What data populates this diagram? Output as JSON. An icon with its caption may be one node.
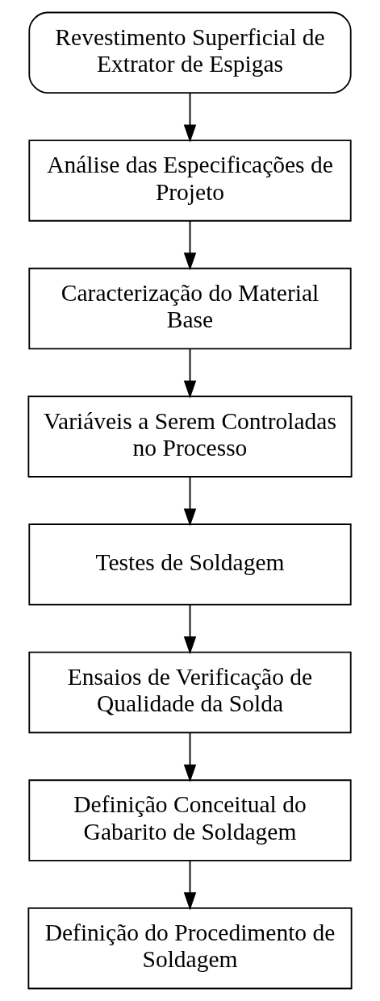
{
  "diagram": {
    "nodes": [
      {
        "text": [
          "Revestimento Superficial de Extrator de Espigas"
        ]
      },
      {
        "text": [
          "Análise das Especificações de Projeto"
        ]
      },
      {
        "text": [
          "Caracterização do Material Base"
        ]
      },
      {
        "text": [
          "Variáveis a Serem Controladas no Processo"
        ]
      },
      {
        "text": [
          "Testes de Soldagem"
        ]
      },
      {
        "text": [
          "Ensaios de Verificação de Qualidade da Solda"
        ]
      },
      {
        "text": [
          "Definição Conceitual do Gabarito de Soldagem"
        ]
      },
      {
        "text": [
          "Definição do Procedimento de Soldagem"
        ]
      }
    ],
    "edges": [
      {
        "from": 0,
        "to": 1,
        "arrow": "to"
      },
      {
        "from": 1,
        "to": 2,
        "arrow": "to"
      },
      {
        "from": 2,
        "to": 3,
        "arrow": "to"
      },
      {
        "from": 3,
        "to": 4,
        "arrow": "to"
      },
      {
        "from": 4,
        "to": 5,
        "arrow": "to"
      },
      {
        "from": 5,
        "to": 6,
        "arrow": "to"
      },
      {
        "from": 6,
        "to": 7,
        "arrow": "to"
      }
    ]
  }
}
